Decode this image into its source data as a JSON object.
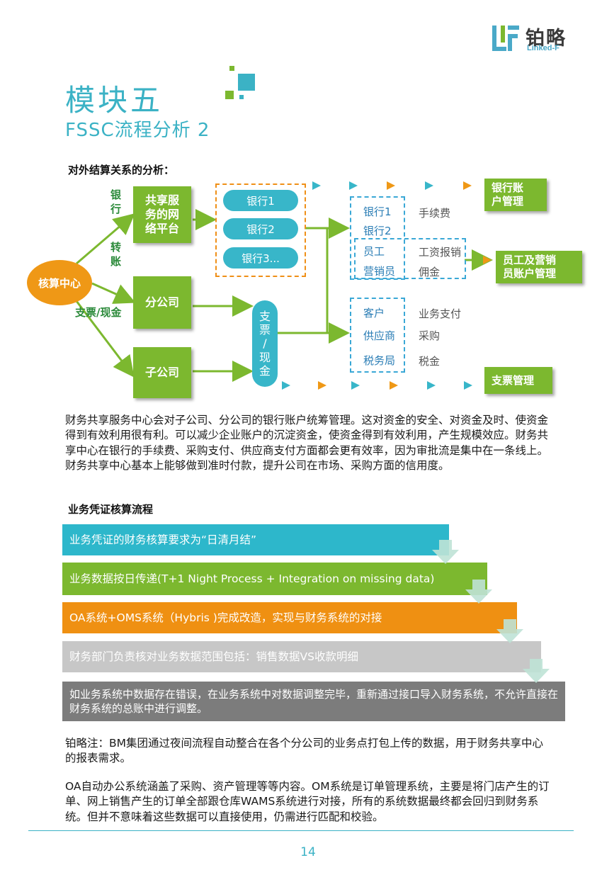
{
  "logo": {
    "cn": "铂略",
    "en": "Linked-F"
  },
  "title": {
    "main": "模块五",
    "sub": "FSSC流程分析 2"
  },
  "section1": {
    "heading": "对外结算关系的分析："
  },
  "diagram": {
    "hub": "核算中心",
    "edge_labels": {
      "bank": "银\n行",
      "transfer": "转\n账",
      "cheque": "支票/现金"
    },
    "platform": "共享服\n务的网\n络平台",
    "branch": "分公司",
    "subsidiary": "子公司",
    "banks": [
      "银行1",
      "银行2",
      "银行3..."
    ],
    "cash_pill": [
      "支",
      "票",
      "/",
      "现",
      "金"
    ],
    "group1": [
      {
        "entity": "银行1",
        "note": "手续费"
      },
      {
        "entity": "银行2",
        "note": ""
      }
    ],
    "group2": [
      {
        "entity": "员工",
        "note": "工资报销"
      },
      {
        "entity": "营销员",
        "note": "佣金"
      }
    ],
    "group3": [
      {
        "entity": "客户",
        "note": "业务支付"
      },
      {
        "entity": "供应商",
        "note": "采购"
      },
      {
        "entity": "税务局",
        "note": "税金"
      }
    ],
    "results": [
      "银行账\n户管理",
      "员工及营销\n员账户管理",
      "支票管理"
    ],
    "colors": {
      "green": "#7cb82f",
      "teal": "#38b6c9",
      "orange": "#ef9816",
      "blue": "#3aa8d6"
    }
  },
  "paragraph1": "财务共享服务中心会对子公司、分公司的银行账户统筹管理。这对资金的安全、对资金及时、使资金得到有效利用很有利。可以减少企业账户的沉淀资金，使资金得到有效利用，产生规模效应。财务共享中心在银行的手续费、采购支付、供应商支付方面都会更有效率，因为审批流是集中在一条线上。财务共享中心基本上能够做到准时付款，提升公司在市场、采购方面的信用度。",
  "section2": {
    "heading": "业务凭证核算流程"
  },
  "steps": [
    "业务凭证的财务核算要求为“日清月结”",
    "业务数据按日传递(T+1 Night Process + Integration on missing data)",
    "OA系统+OMS系统（Hybris )完成改造，实现与财务系统的对接",
    "财务部门负责核对业务数据范围包括：销售数据VS收款明细",
    "如业务系统中数据存在错误，在业务系统中对数据调整完毕，重新通过接口导入财务系统，不允许直接在财务系统的总账中进行调整。"
  ],
  "note1": "铂略注：BM集团通过夜间流程自动整合在各个分公司的业务点打包上传的数据，用于财务共享中心的报表需求。",
  "note2": "OA自动办公系统涵盖了采购、资产管理等等内容。OM系统是订单管理系统，主要是将门店产生的订单、网上销售产生的订单全部跟仓库WAMS系统进行对接，所有的系统数据最终都会回归到财务系统。但并不意味着这些数据可以直接使用，仍需进行匹配和校验。",
  "page_number": "14"
}
